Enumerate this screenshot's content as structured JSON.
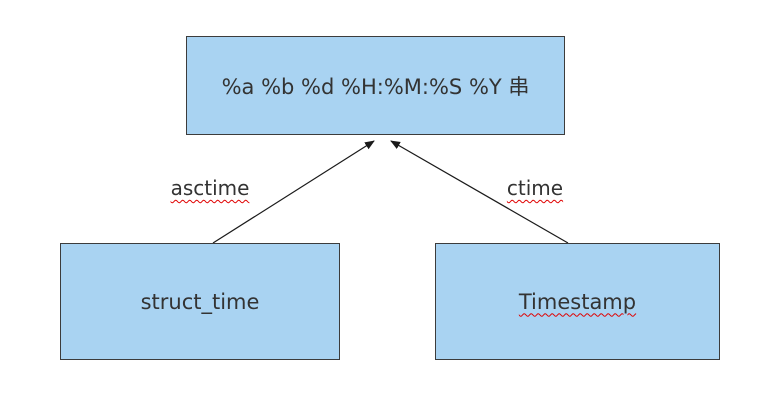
{
  "diagram": {
    "type": "flow-diagram",
    "nodes": {
      "format_string": {
        "label": "%a %b %d %H:%M:%S %Y 串"
      },
      "struct_time": {
        "label": "struct_time"
      },
      "timestamp": {
        "label": "Timestamp"
      }
    },
    "edges": {
      "asctime": {
        "label": "asctime",
        "from": "struct_time",
        "to": "format_string"
      },
      "ctime": {
        "label": "ctime",
        "from": "timestamp",
        "to": "format_string"
      }
    },
    "colors": {
      "node_fill": "#a9d3f2",
      "node_border": "#3c3c3c",
      "text": "#333333",
      "arrow": "#1a1a1a",
      "spellcheck_underline": "#e00000",
      "background": "#ffffff"
    }
  }
}
